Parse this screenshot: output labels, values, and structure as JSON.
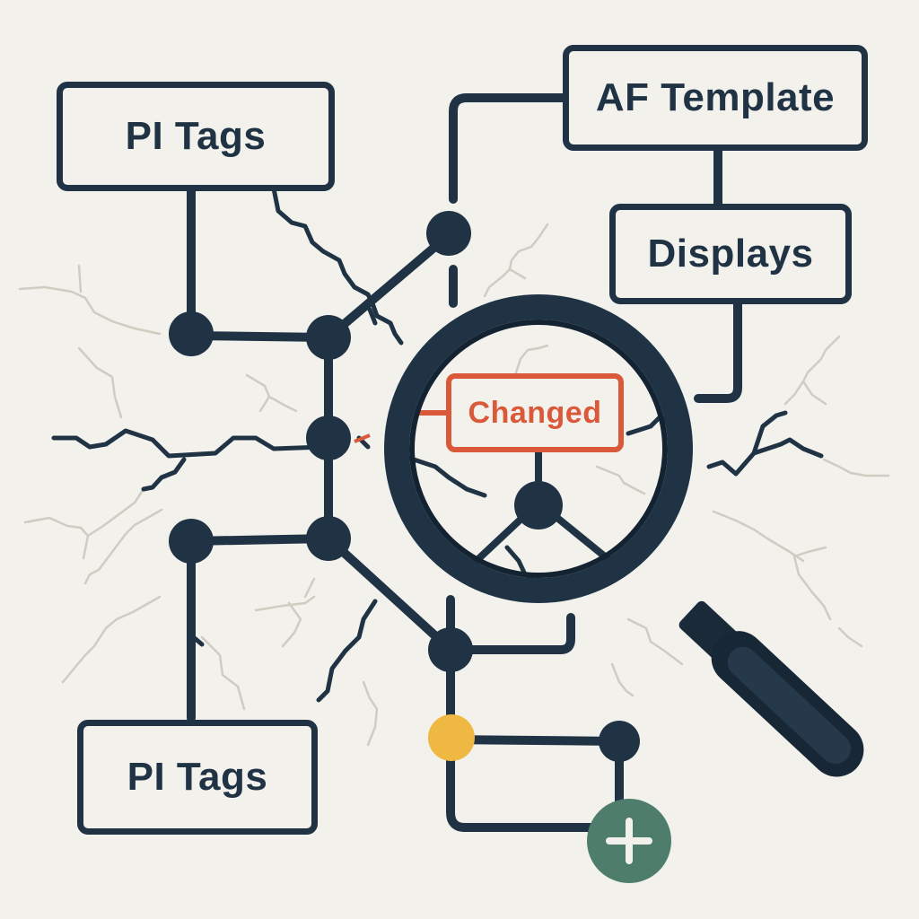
{
  "diagram": {
    "title": "",
    "colors": {
      "background": "#f3f1ec",
      "line": "#1f3345",
      "crack_light": "#cfccc2",
      "changed": "#d9593a",
      "yellow_node": "#efb843",
      "green_node": "#4f7d6c"
    },
    "boxes": [
      {
        "id": "pi-tags-top",
        "label": "PI Tags"
      },
      {
        "id": "af-template",
        "label": "AF Template"
      },
      {
        "id": "displays",
        "label": "Displays"
      },
      {
        "id": "changed",
        "label": "Changed"
      },
      {
        "id": "pi-tags-bottom",
        "label": "PI Tags"
      }
    ],
    "icons": {
      "magnifier": "magnifying-glass-icon",
      "add": "plus-icon"
    }
  }
}
